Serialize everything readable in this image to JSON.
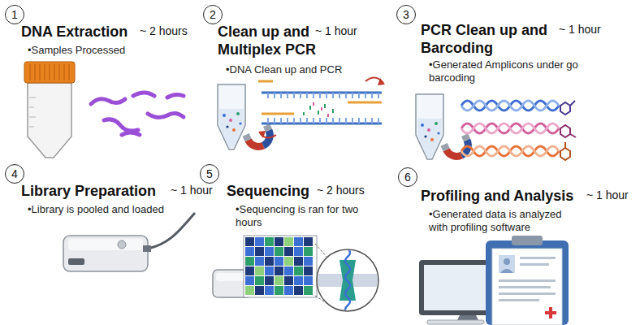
{
  "diagram": {
    "nodes": [
      {
        "text": [
          "1",
          "DNA Extraction",
          "~ 2 hours",
          "•Samples Processed"
        ]
      },
      {
        "text": [
          "2",
          "Clean up and Multiplex PCR",
          "~ 1 hour",
          "•DNA Clean up and PCR"
        ]
      },
      {
        "text": [
          "3",
          "PCR Clean up and Barcoding",
          "~ 1 hour",
          "•Generated Amplicons under go barcoding"
        ]
      },
      {
        "text": [
          "4",
          "Library Preparation",
          "~ 1 hour",
          "•Library is pooled and loaded"
        ]
      },
      {
        "text": [
          "5",
          "Sequencing",
          "~ 2 hours",
          "•Sequencing is ran for two hours"
        ]
      },
      {
        "text": [
          "6",
          "Profiling and Analysis",
          "~ 1 hour",
          "•Generated data is analyzed with profiling software"
        ]
      }
    ]
  }
}
